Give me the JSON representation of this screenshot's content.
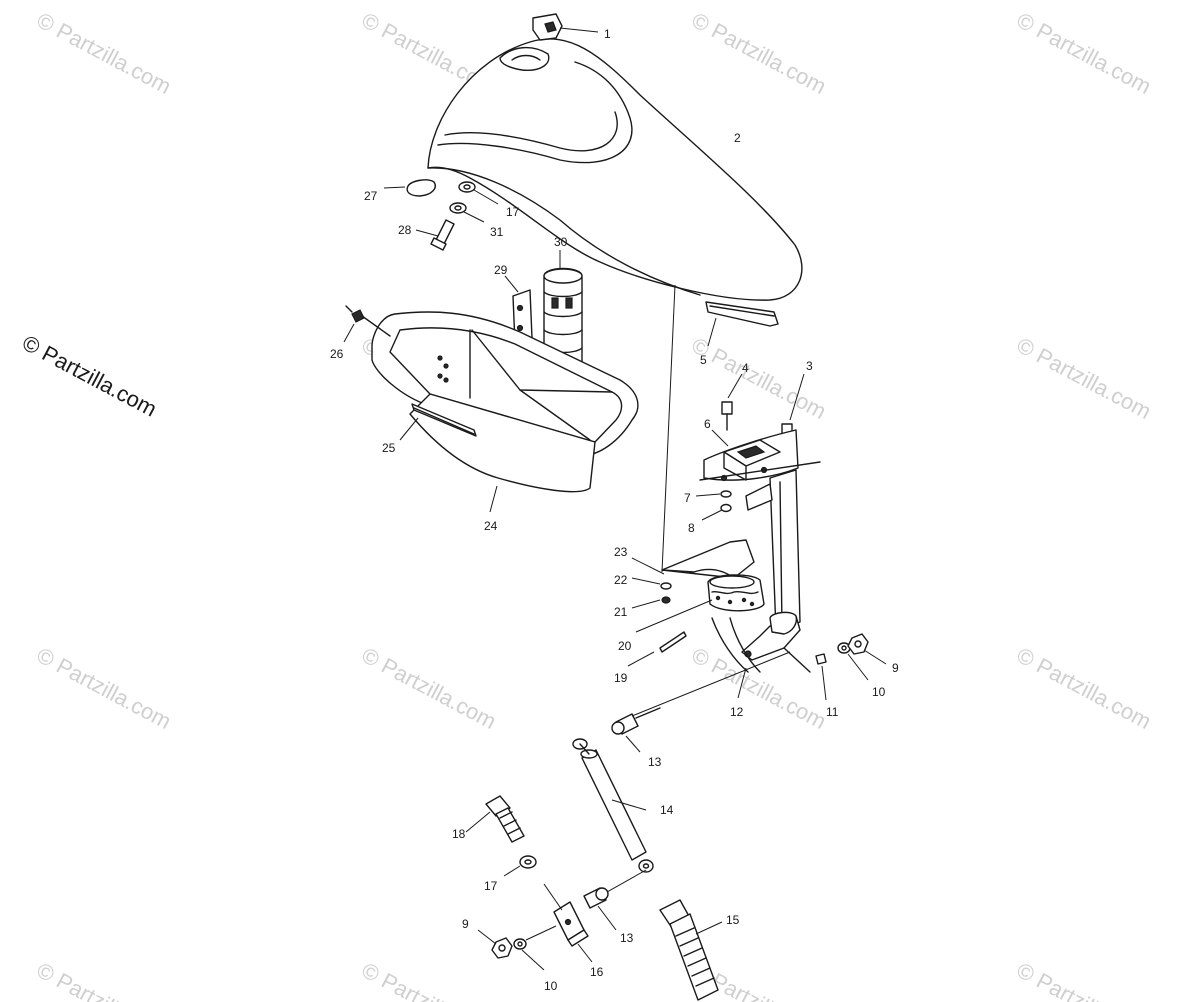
{
  "watermark": {
    "text": "Partzilla.com",
    "symbol": "©",
    "main_label": "© Partzilla.com"
  },
  "callouts": [
    "1",
    "2",
    "3",
    "4",
    "5",
    "6",
    "7",
    "8",
    "9",
    "10",
    "11",
    "12",
    "13",
    "14",
    "15",
    "16",
    "17",
    "18",
    "19",
    "20",
    "21",
    "22",
    "23",
    "24",
    "25",
    "26",
    "27",
    "28",
    "29",
    "30",
    "31"
  ],
  "callout_list": [
    {
      "id": "c1",
      "text": "1"
    },
    {
      "id": "c2",
      "text": "2"
    },
    {
      "id": "c3",
      "text": "3"
    },
    {
      "id": "c4",
      "text": "4"
    },
    {
      "id": "c5",
      "text": "5"
    },
    {
      "id": "c6",
      "text": "6"
    },
    {
      "id": "c7",
      "text": "7"
    },
    {
      "id": "c8",
      "text": "8"
    },
    {
      "id": "c9a",
      "text": "9"
    },
    {
      "id": "c10a",
      "text": "10"
    },
    {
      "id": "c11",
      "text": "11"
    },
    {
      "id": "c12",
      "text": "12"
    },
    {
      "id": "c13a",
      "text": "13"
    },
    {
      "id": "c14",
      "text": "14"
    },
    {
      "id": "c15",
      "text": "15"
    },
    {
      "id": "c16",
      "text": "16"
    },
    {
      "id": "c17a",
      "text": "17"
    },
    {
      "id": "c18",
      "text": "18"
    },
    {
      "id": "c19",
      "text": "19"
    },
    {
      "id": "c20",
      "text": "20"
    },
    {
      "id": "c21",
      "text": "21"
    },
    {
      "id": "c22",
      "text": "22"
    },
    {
      "id": "c23",
      "text": "23"
    },
    {
      "id": "c24",
      "text": "24"
    },
    {
      "id": "c25",
      "text": "25"
    },
    {
      "id": "c26",
      "text": "26"
    },
    {
      "id": "c27",
      "text": "27"
    },
    {
      "id": "c28",
      "text": "28"
    },
    {
      "id": "c29",
      "text": "29"
    },
    {
      "id": "c30",
      "text": "30"
    },
    {
      "id": "c31",
      "text": "31"
    },
    {
      "id": "c17b",
      "text": "17"
    },
    {
      "id": "c13b",
      "text": "13"
    },
    {
      "id": "c9b",
      "text": "9"
    },
    {
      "id": "c10b",
      "text": "10"
    }
  ]
}
